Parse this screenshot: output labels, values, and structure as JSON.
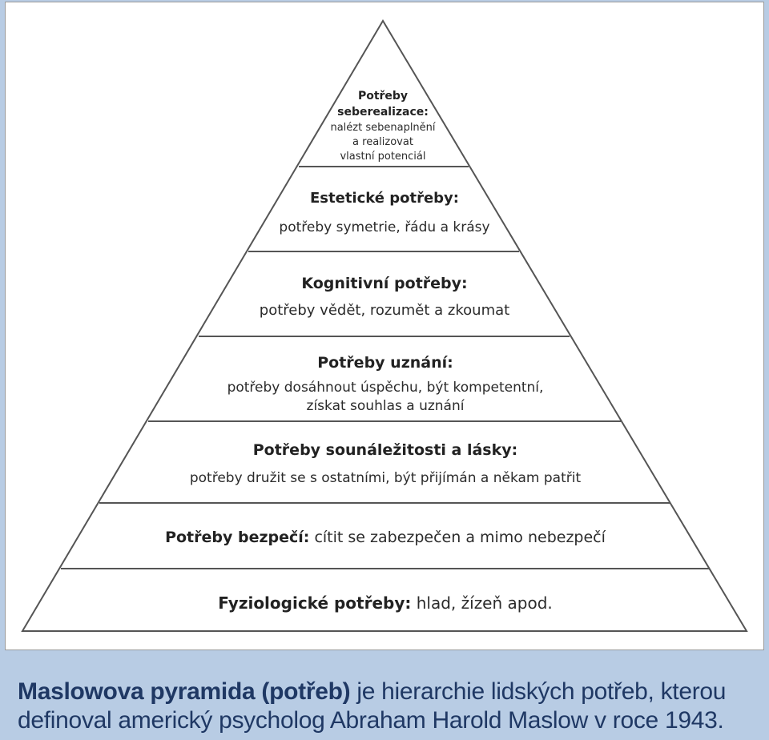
{
  "pyramid": {
    "levels": [
      {
        "title_lines": [
          "Potřeby",
          "seberealizace:"
        ],
        "desc_lines": [
          "nalézt sebenaplnění",
          "a realizovat",
          "vlastní potenciál"
        ]
      },
      {
        "title_lines": [
          "Estetické potřeby:"
        ],
        "desc_lines": [
          "potřeby symetrie, řádu a krásy"
        ]
      },
      {
        "title_lines": [
          "Kognitivní potřeby:"
        ],
        "desc_lines": [
          "potřeby vědět, rozumět a zkoumat"
        ]
      },
      {
        "title_lines": [
          "Potřeby uznání:"
        ],
        "desc_lines": [
          "potřeby dosáhnout úspěchu, být kompetentní,",
          "získat souhlas a uznání"
        ]
      },
      {
        "title_lines": [
          "Potřeby sounáležitosti a lásky:"
        ],
        "desc_lines": [
          "potřeby družit se s ostatními, být přijímán a někam patřit"
        ]
      },
      {
        "title_inline": "Potřeby bezpečí:",
        "desc_inline": "cítit se zabezpečen a mimo nebezpečí"
      },
      {
        "title_inline": "Fyziologické potřeby:",
        "desc_inline": "hlad, žízeň apod."
      }
    ]
  },
  "caption": {
    "bold": "Maslowova pyramida (potřeb)",
    "text": " je hierarchie lidských potřeb, kterou definoval americký psycholog Abraham Harold Maslow v roce 1943."
  },
  "colors": {
    "background": "#b8cce4",
    "caption_text": "#1f3864",
    "pyramid_line": "#555555"
  }
}
